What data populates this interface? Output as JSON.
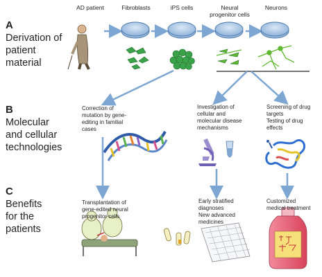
{
  "sections": [
    {
      "letter": "A",
      "title_lines": [
        "Derivation of",
        "patient",
        "material"
      ]
    },
    {
      "letter": "B",
      "title_lines": [
        "Molecular",
        "and cellular",
        "technologies"
      ]
    },
    {
      "letter": "C",
      "title_lines": [
        "Benefits",
        "for the",
        "patients"
      ]
    }
  ],
  "stages": [
    "AD patient",
    "Fibroblasts",
    "iPS cells",
    "Neural progenitor cells",
    "Neurons"
  ],
  "stage_lines": {
    "npc": [
      "Neural",
      "progenitor cells"
    ]
  },
  "row_b": {
    "correction": [
      "Correction of",
      "mutation by gene-",
      "editing in familial",
      "cases"
    ],
    "investigation": [
      "Investigation of",
      "cellular and",
      "molecular disease",
      "mechanisms"
    ],
    "screening": [
      "Screening of drug",
      "targets",
      "Testing of drug",
      "effects"
    ]
  },
  "row_c": {
    "transplantation": [
      "Transplantation of",
      "gene-edited neural",
      "progenitor cells"
    ],
    "diagnoses": [
      "Early stratified",
      "diagnoses",
      "New advanced",
      "medicines"
    ],
    "treatment": [
      "Customized",
      "medical treatment"
    ]
  },
  "colors": {
    "arrow": "#7ea6d3",
    "dish": "#6f9ac9",
    "cell_green": "#3aa34a",
    "neuron_green": "#5fb82e",
    "dna_blue": "#2e5aa8",
    "bottle": "#e8566d"
  }
}
